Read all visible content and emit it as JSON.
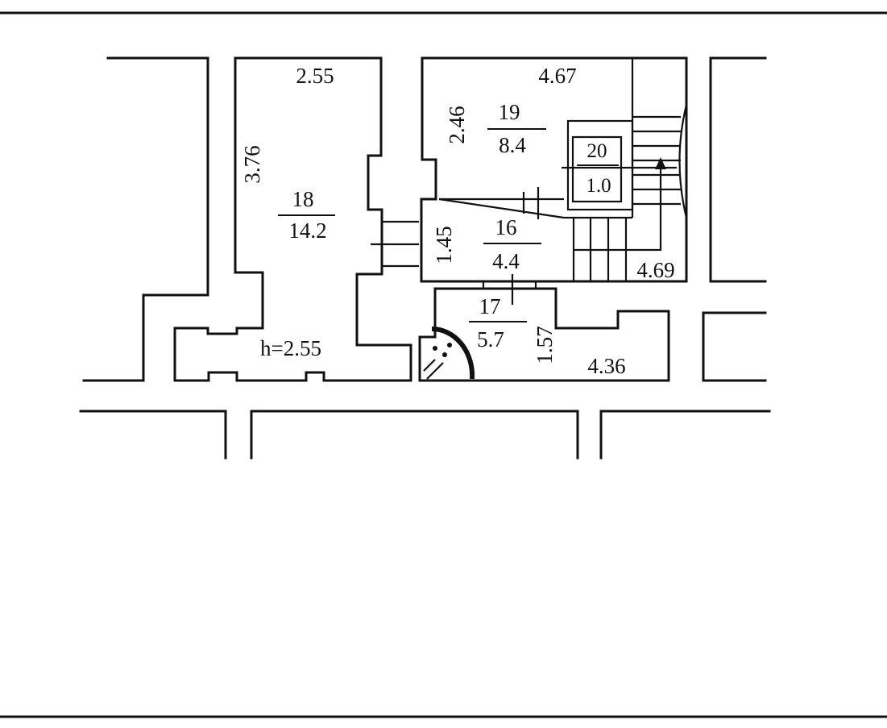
{
  "rooms": {
    "r18": {
      "number": "18",
      "area": "14.2"
    },
    "r19": {
      "number": "19",
      "area": "8.4"
    },
    "r20": {
      "number": "20",
      "area": "1.0"
    },
    "r16": {
      "number": "16",
      "area": "4.4"
    },
    "r17": {
      "number": "17",
      "area": "5.7"
    }
  },
  "dimensions": {
    "d_255_top": "2.55",
    "d_376": "3.76",
    "d_467": "4.67",
    "d_246": "2.46",
    "d_145": "1.45",
    "d_469": "4.69",
    "d_157": "1.57",
    "d_436": "4.36",
    "height": "h=2.55"
  },
  "colors": {
    "line": "#111111",
    "background": "#ffffff"
  }
}
